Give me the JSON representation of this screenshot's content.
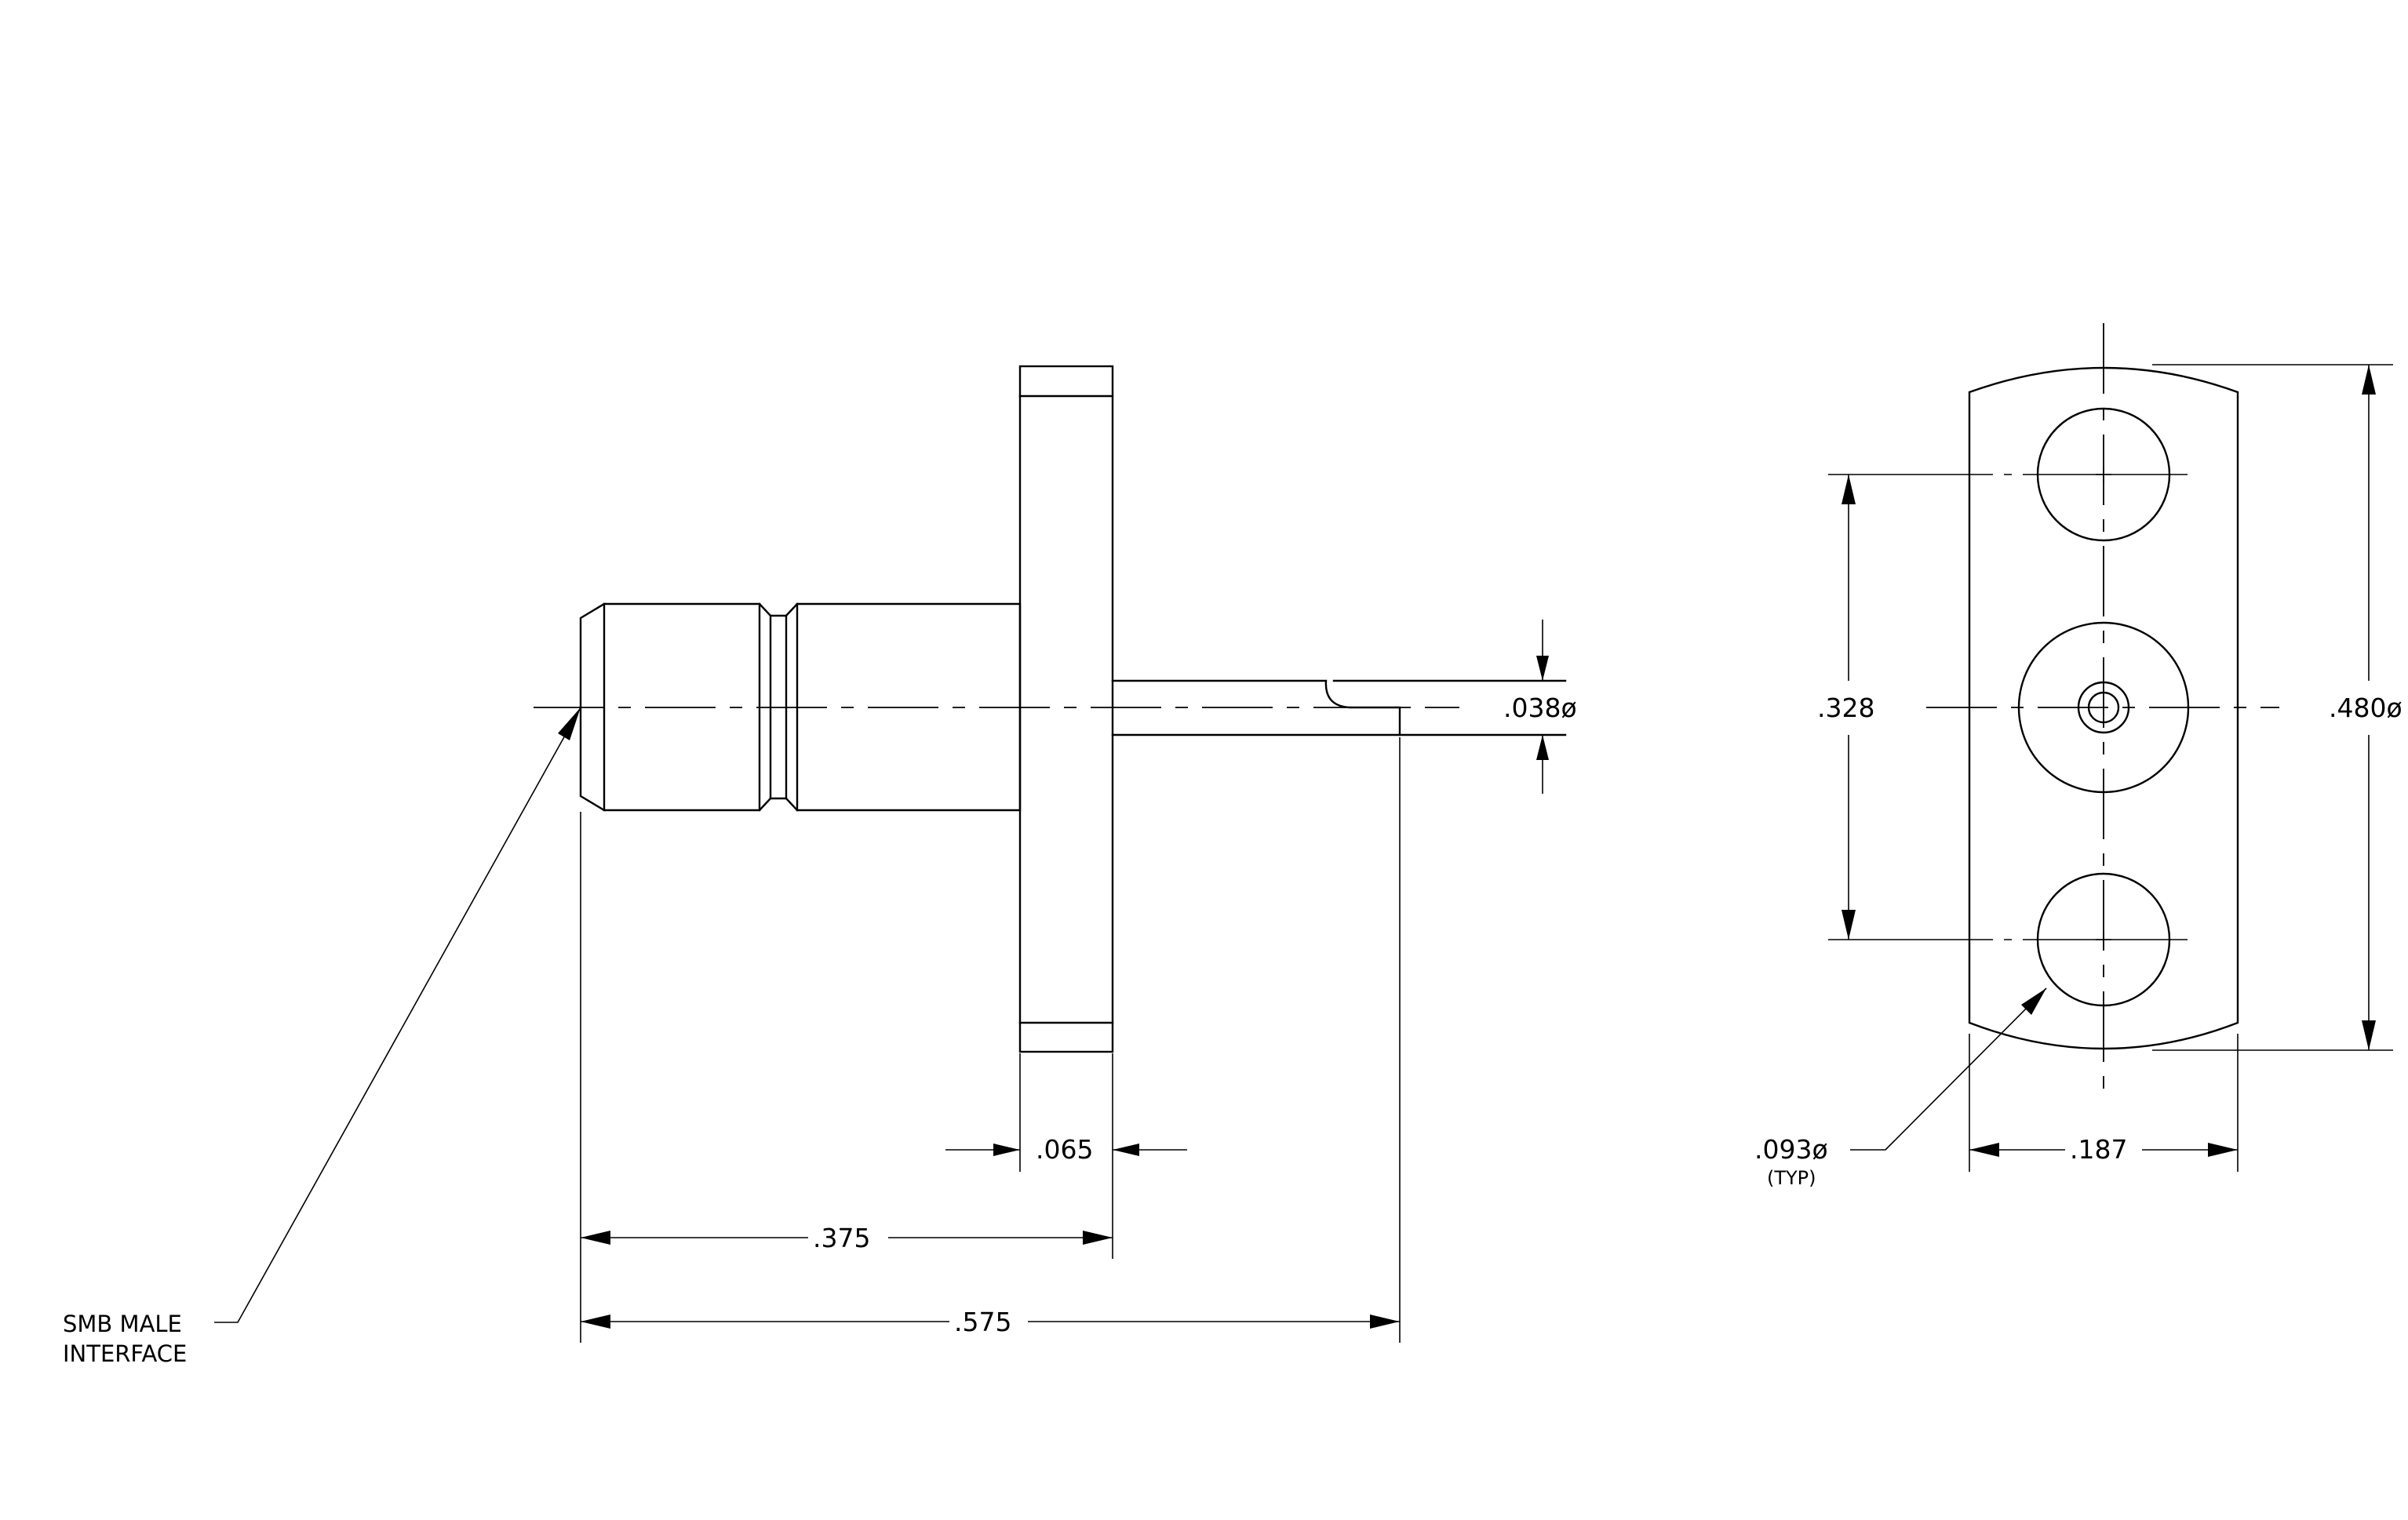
{
  "diagram": {
    "side_view": {
      "dim_flange_thickness": ".065",
      "dim_interface_to_flange": ".375",
      "dim_overall_length": ".575",
      "dim_pin_diameter": ".038ø",
      "note_line1": "SMB MALE",
      "note_line2": "INTERFACE"
    },
    "front_view": {
      "dim_hole_spacing": ".328",
      "dim_flange_height": ".480ø",
      "dim_flange_width": ".187",
      "dim_hole_diameter": ".093ø",
      "dim_hole_note": "(TYP)"
    }
  }
}
